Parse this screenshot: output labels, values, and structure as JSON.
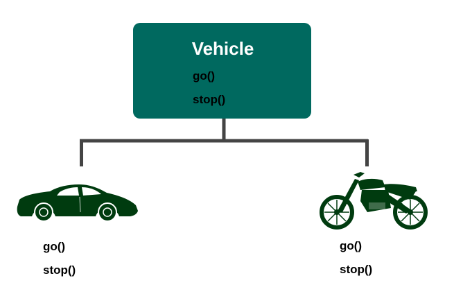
{
  "parent": {
    "title": "Vehicle",
    "methods": [
      "go()",
      "stop()"
    ]
  },
  "children": [
    {
      "icon": "car-icon",
      "methods": [
        "go()",
        "stop()"
      ]
    },
    {
      "icon": "motorcycle-icon",
      "methods": [
        "go()",
        "stop()"
      ]
    }
  ],
  "colors": {
    "box": "#00695f",
    "title": "#ffffff",
    "connector": "#444444",
    "silhouette": "#003b0f"
  }
}
